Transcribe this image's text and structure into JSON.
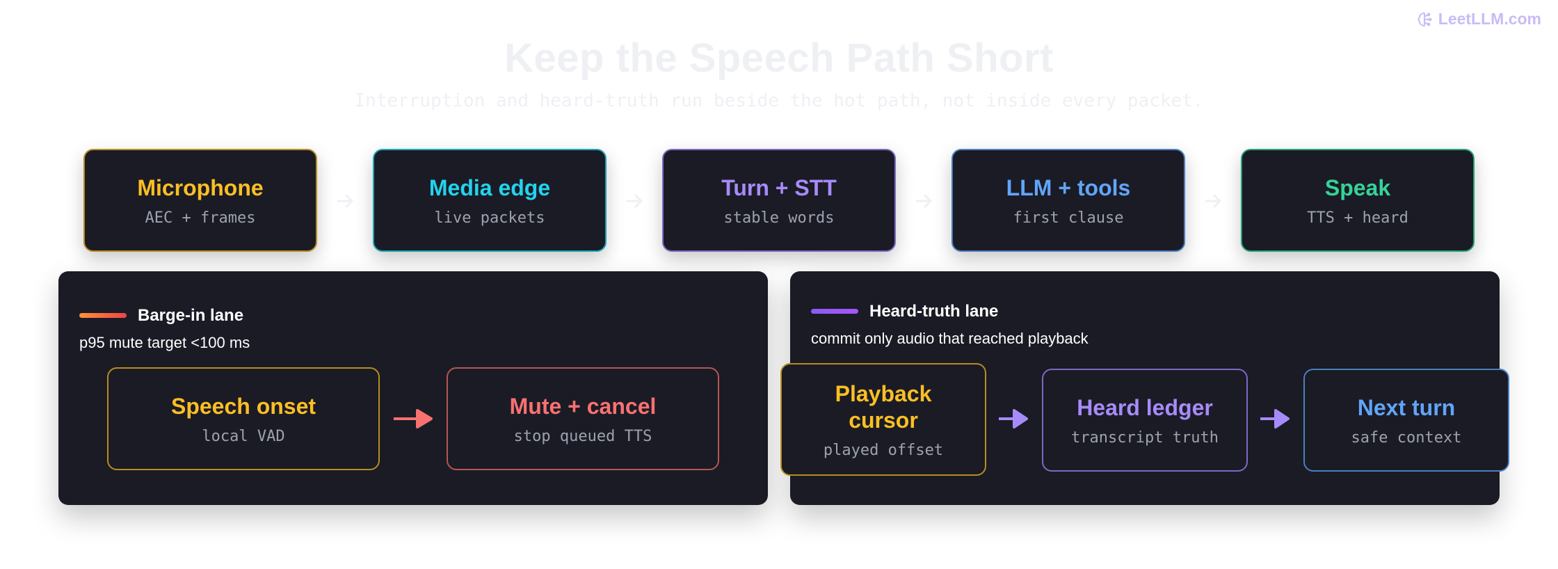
{
  "brand": {
    "name": "LeetLLM.com",
    "icon": "brain-icon"
  },
  "title": "Keep the Speech Path Short",
  "subtitle": "Interruption and heard-truth run beside the hot path, not inside every packet.",
  "pipeline": [
    {
      "title": "Microphone",
      "sub": "AEC + frames",
      "color": "#fbbf24",
      "border": "#b78d1f"
    },
    {
      "title": "Media edge",
      "sub": "live packets",
      "color": "#22d3ee",
      "border": "#1aa6b8"
    },
    {
      "title": "Turn + STT",
      "sub": "stable words",
      "color": "#a78bfa",
      "border": "#7c68c4"
    },
    {
      "title": "LLM + tools",
      "sub": "first clause",
      "color": "#60a5fa",
      "border": "#4a7fc0"
    },
    {
      "title": "Speak",
      "sub": "TTS + heard",
      "color": "#34d399",
      "border": "#26a275"
    }
  ],
  "lanes": {
    "barge": {
      "title": "Barge-in lane",
      "note": "p95 mute target <100 ms",
      "bar_colors": [
        "#fb923c",
        "#ef4444"
      ],
      "arrow_color": "#f87171",
      "nodes": [
        {
          "title": "Speech onset",
          "sub": "local VAD",
          "color": "#fbbf24",
          "border": "#b78d1f"
        },
        {
          "title": "Mute + cancel",
          "sub": "stop queued TTS",
          "color": "#f87171",
          "border": "#b65555"
        }
      ]
    },
    "heard": {
      "title": "Heard-truth lane",
      "note": "commit only audio that reached playback",
      "bar_colors": [
        "#8b5cf6",
        "#a855f7"
      ],
      "arrow_color": "#a78bfa",
      "nodes": [
        {
          "title": "Playback cursor",
          "sub": "played offset",
          "color": "#fbbf24",
          "border": "#b78d1f"
        },
        {
          "title": "Heard ledger",
          "sub": "transcript truth",
          "color": "#a78bfa",
          "border": "#7c68c4"
        },
        {
          "title": "Next turn",
          "sub": "safe context",
          "color": "#60a5fa",
          "border": "#4a7fc0"
        }
      ]
    }
  }
}
